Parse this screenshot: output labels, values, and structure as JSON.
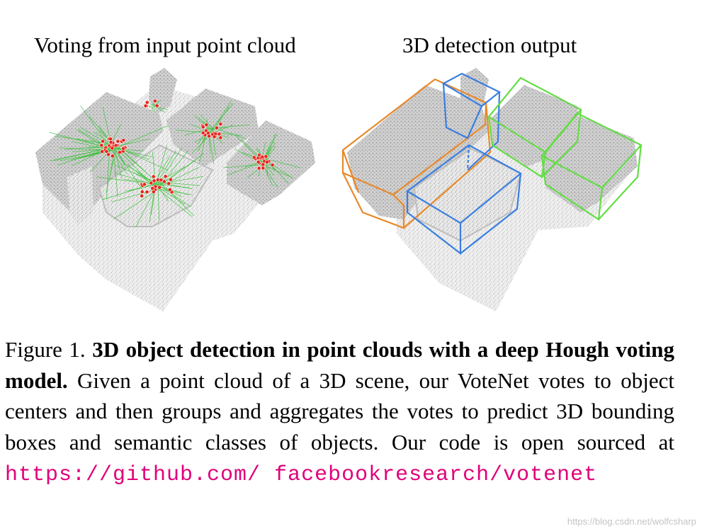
{
  "figure": {
    "left_title": "Voting from input point cloud",
    "right_title": "3D detection output",
    "caption": {
      "lead": "Figure 1. ",
      "bold": "3D object detection in point clouds with a deep Hough voting model.",
      "body": "  Given a point cloud of a 3D scene, our VoteNet votes to object centers and then groups and aggregates the votes to predict 3D bounding boxes and semantic classes of objects. Our code is open sourced at ",
      "link": "https://github.com/ facebookresearch/votenet"
    }
  },
  "colors": {
    "vote_line": "#33c233",
    "vote_point": "#e8241c",
    "box_orange": "#e8892a",
    "box_blue": "#3b7fe0",
    "box_green": "#63dd45",
    "link": "#e0007a"
  },
  "watermark": "https://blog.csdn.net/wolfcsharp"
}
